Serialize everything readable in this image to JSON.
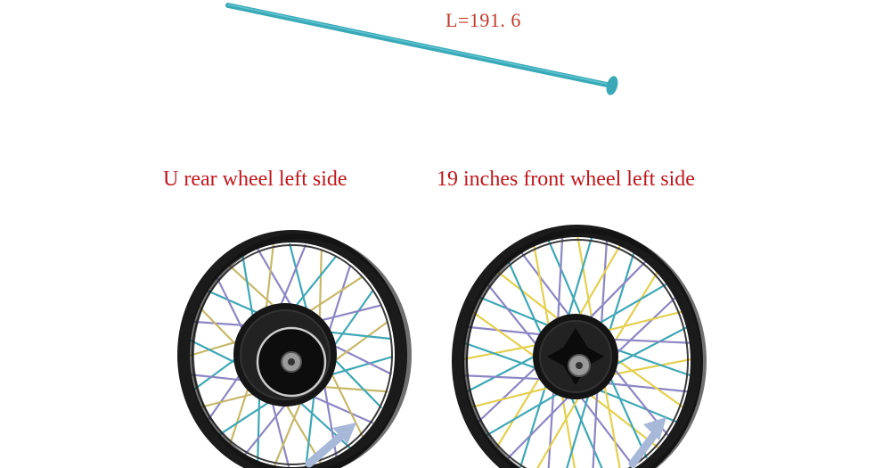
{
  "spoke": {
    "length_label": "L=191. 6",
    "color": "#3aa9b7"
  },
  "rear_wheel": {
    "caption": "U rear wheel left side",
    "spoke_colors": [
      "#3fa7b5",
      "#8c86c4",
      "#c7b86a"
    ]
  },
  "front_wheel": {
    "caption": "19 inches front wheel left side",
    "spoke_colors": [
      "#e4d04f",
      "#3fa7b5",
      "#8c86c4"
    ]
  },
  "caption_color": "#c0161b",
  "indicator_arrow_color": "#a7b8d9",
  "icons": [
    "spoke-image",
    "wheel-image",
    "indicator-arrow-icon"
  ]
}
